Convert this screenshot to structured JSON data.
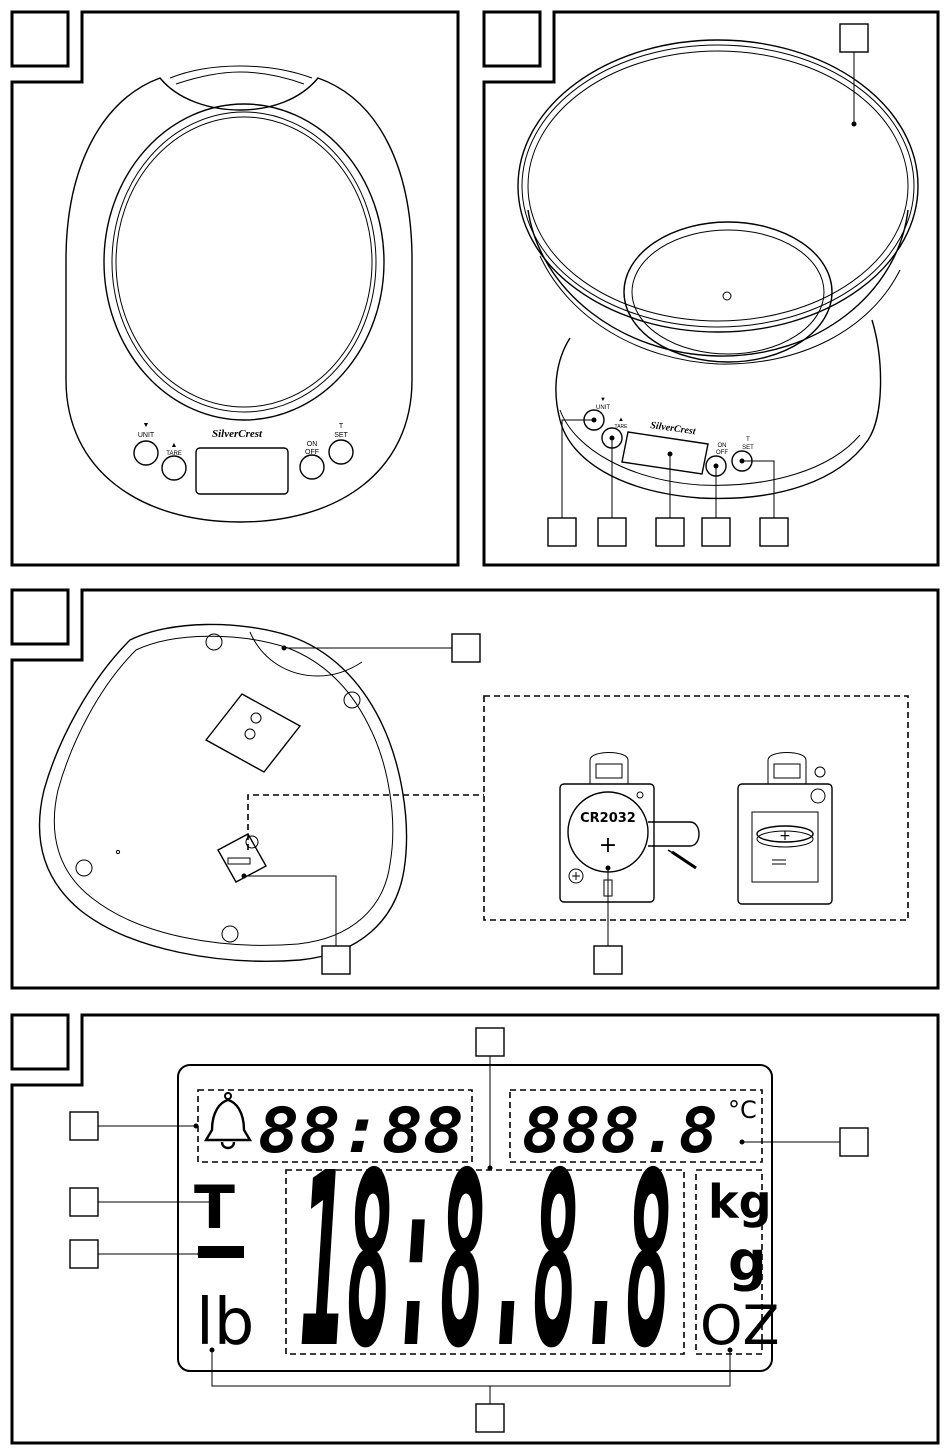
{
  "brand": "SilverCrest",
  "scale_buttons": {
    "unit": "UNIT",
    "unit_arrow": "▼",
    "tare": "TARE",
    "tare_arrow": "▲",
    "on": "ON",
    "off": "OFF",
    "set_top": "T",
    "set": "SET"
  },
  "battery": {
    "type": "CR2032",
    "plus": "+"
  },
  "lcd": {
    "timer_digits": "88:88",
    "temp_digits": "888.8",
    "temp_unit": "°C",
    "main_digits": "18:8.8.8",
    "tare_symbol": "T",
    "minus_symbol": "—",
    "unit_kg": "kg",
    "unit_g": "g",
    "unit_lb": "lb",
    "unit_oz": "OZ"
  }
}
